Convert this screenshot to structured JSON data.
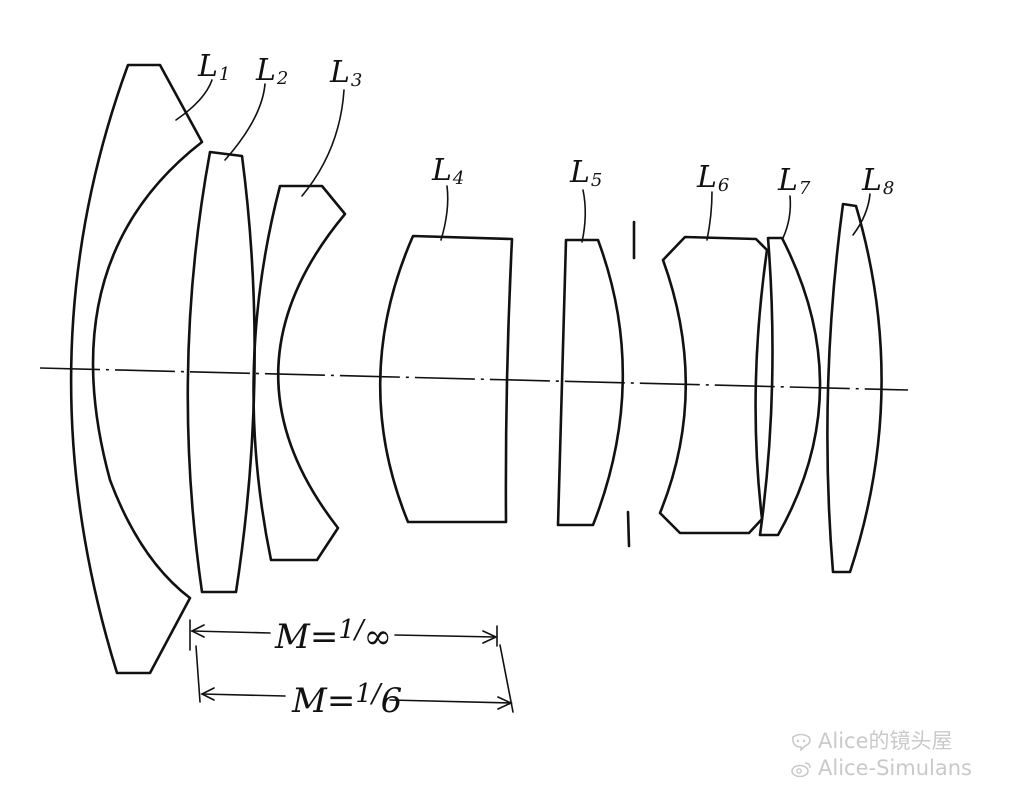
{
  "diagram": {
    "lens_labels": [
      {
        "letter": "L",
        "index": "1"
      },
      {
        "letter": "L",
        "index": "2"
      },
      {
        "letter": "L",
        "index": "3"
      },
      {
        "letter": "L",
        "index": "4"
      },
      {
        "letter": "L",
        "index": "5"
      },
      {
        "letter": "L",
        "index": "6"
      },
      {
        "letter": "L",
        "index": "7"
      },
      {
        "letter": "L",
        "index": "8"
      }
    ],
    "movement_labels": [
      {
        "text": "M=",
        "num": "1",
        "den": "∞"
      },
      {
        "text": "M=",
        "num": "1",
        "den": "6"
      }
    ]
  },
  "watermark": {
    "line1": "Alice的镜头屋",
    "line2": "Alice-Simulans",
    "icons": [
      "chat-bubble-icon",
      "weibo-icon"
    ]
  }
}
